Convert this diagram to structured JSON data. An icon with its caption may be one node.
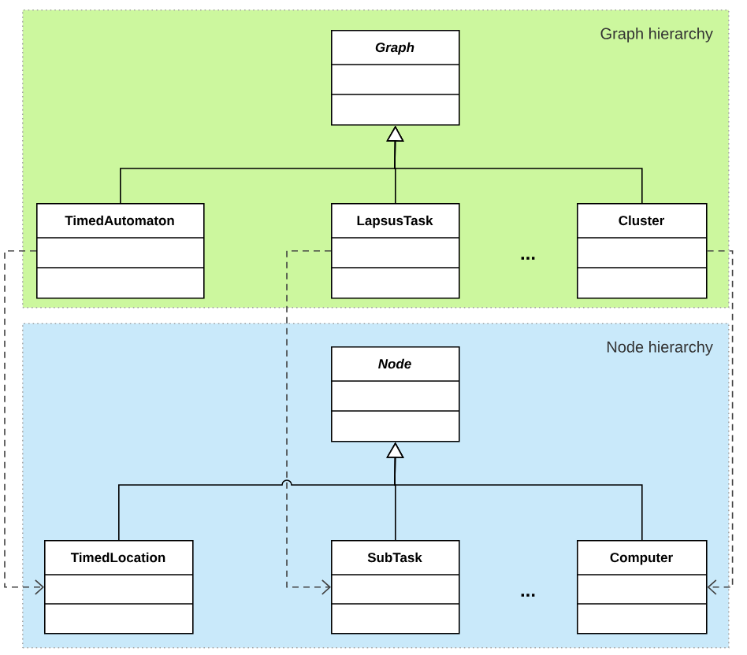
{
  "diagram": {
    "nodes": [
      {
        "text": [
          "Graph hierarchy"
        ]
      },
      {
        "text": [
          "Graph"
        ],
        "in": 0
      },
      {
        "text": [
          "TimedAutomaton"
        ],
        "in": 0
      },
      {
        "text": [
          "LapsusTask"
        ],
        "in": 0
      },
      {
        "text": [
          "Cluster"
        ],
        "in": 0
      },
      {
        "text": [
          "Node hierarchy"
        ]
      },
      {
        "text": [
          "Node"
        ],
        "in": 5
      },
      {
        "text": [
          "TimedLocation"
        ],
        "in": 5
      },
      {
        "text": [
          "SubTask"
        ],
        "in": 5
      },
      {
        "text": [
          "Computer"
        ],
        "in": 5
      }
    ],
    "edges": [
      {
        "from": 2,
        "to": 1,
        "arrow": "to"
      },
      {
        "from": 3,
        "to": 1,
        "arrow": "to"
      },
      {
        "from": 4,
        "to": 1,
        "arrow": "to"
      },
      {
        "from": 7,
        "to": 6,
        "arrow": "to"
      },
      {
        "from": 8,
        "to": 6,
        "arrow": "to"
      },
      {
        "from": 9,
        "to": 6,
        "arrow": "to"
      },
      {
        "from": 2,
        "to": 7,
        "arrow": "to",
        "style": "dashed"
      },
      {
        "from": 3,
        "to": 8,
        "arrow": "to",
        "style": "dashed"
      },
      {
        "from": 4,
        "to": 9,
        "arrow": "to",
        "style": "dashed"
      }
    ],
    "labels": [
      "...",
      "..."
    ]
  }
}
